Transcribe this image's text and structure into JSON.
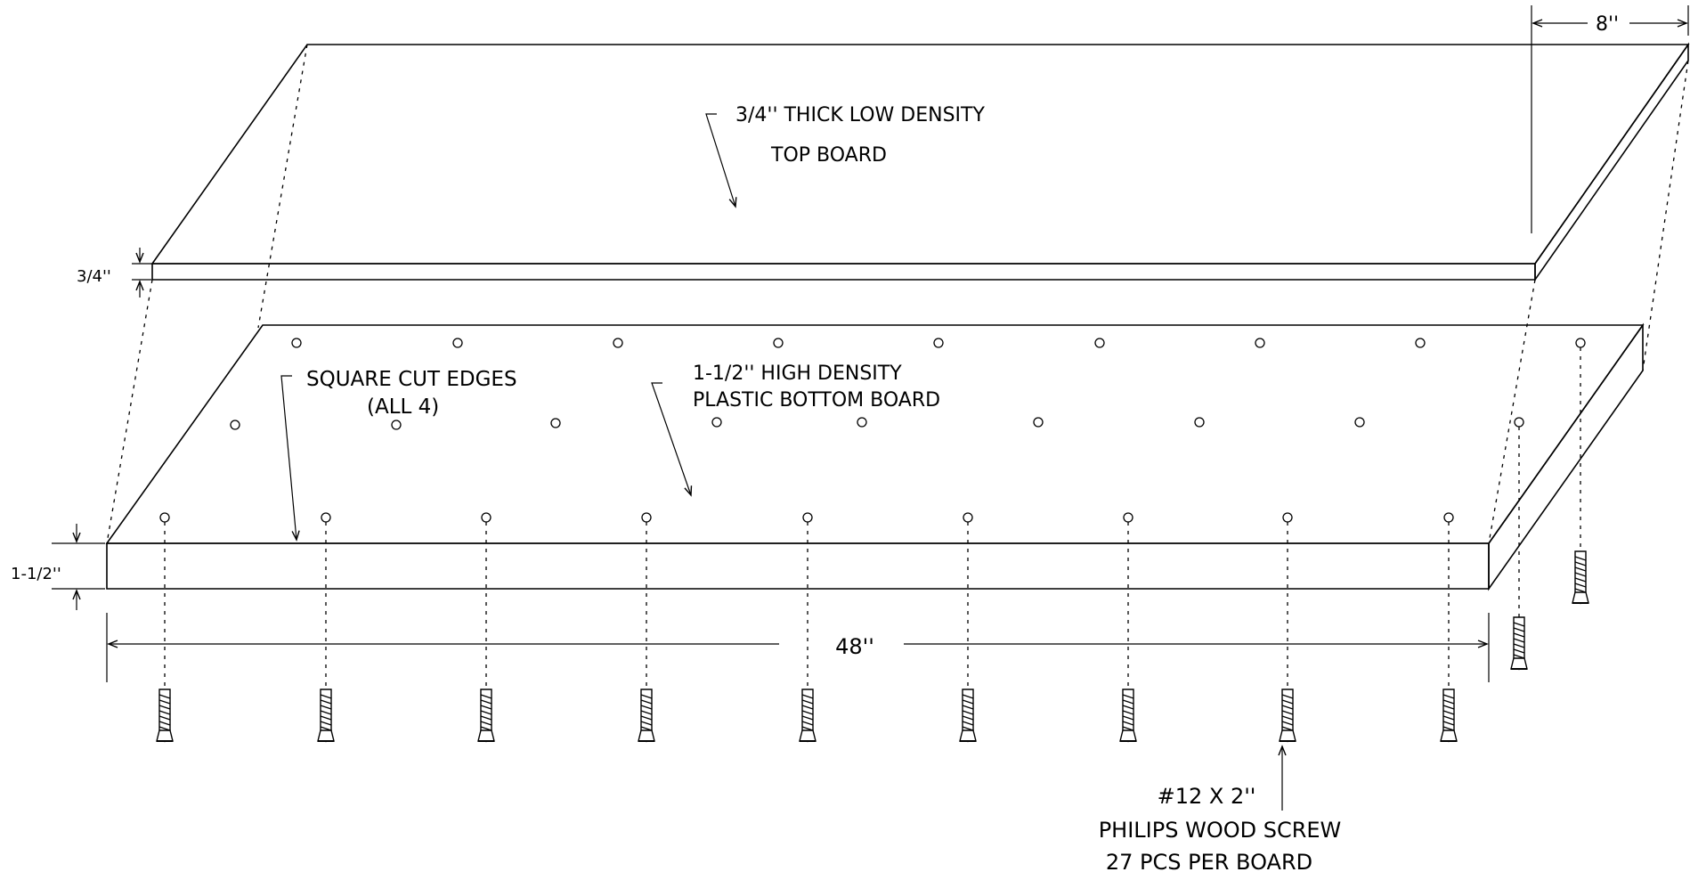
{
  "labels": {
    "top_board_line1": "3/4'' THICK LOW DENSITY",
    "top_board_line2": "TOP BOARD",
    "top_thickness": "3/4''",
    "depth": "8''",
    "square_edges_line1": "SQUARE CUT EDGES",
    "square_edges_line2": "(ALL 4)",
    "bottom_board_line1": "1-1/2'' HIGH DENSITY",
    "bottom_board_line2": "PLASTIC BOTTOM BOARD",
    "bottom_thickness": "1-1/2''",
    "length": "48''",
    "screw_line1": "#12 X 2''",
    "screw_line2": "PHILIPS WOOD SCREW",
    "screw_line3": "27 PCS PER BOARD"
  },
  "icons": {
    "screw": "wood-screw-icon",
    "hole": "screw-hole-icon"
  }
}
